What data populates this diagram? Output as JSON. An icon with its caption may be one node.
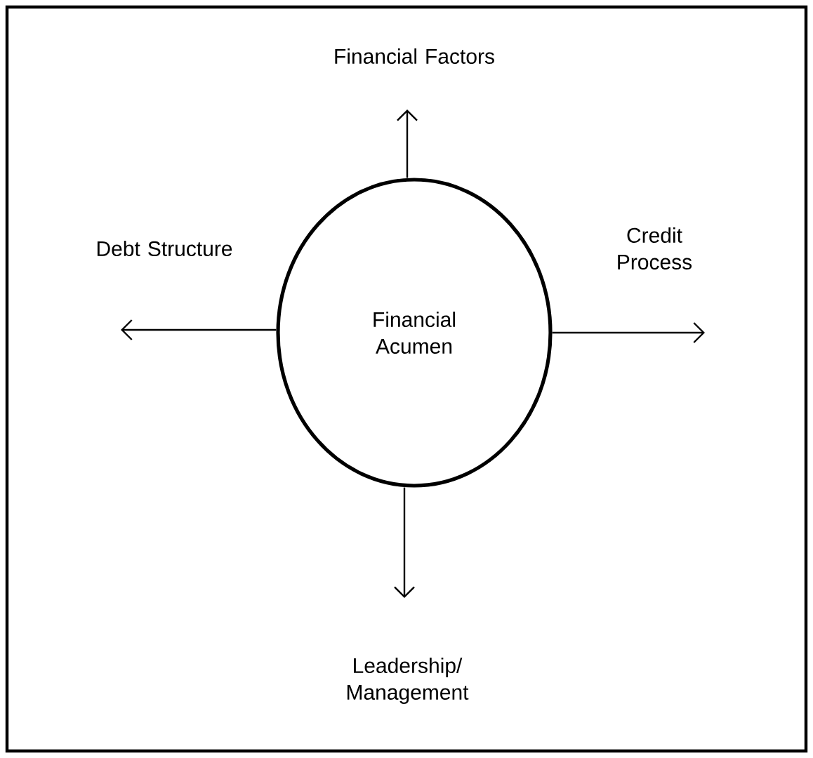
{
  "diagram": {
    "nodes": [
      {
        "text": [
          "Financial Acumen"
        ]
      },
      {
        "text": [
          "Financial Factors"
        ]
      },
      {
        "text": [
          "Credit Process"
        ]
      },
      {
        "text": [
          "Debt Structure"
        ]
      },
      {
        "text": [
          "Leadership/ Management"
        ]
      }
    ],
    "edges": [
      {
        "from": 0,
        "to": 1,
        "arrow": "to"
      },
      {
        "from": 0,
        "to": 2,
        "arrow": "to"
      },
      {
        "from": 0,
        "to": 3,
        "arrow": "to"
      },
      {
        "from": 0,
        "to": 4,
        "arrow": "to"
      }
    ]
  }
}
